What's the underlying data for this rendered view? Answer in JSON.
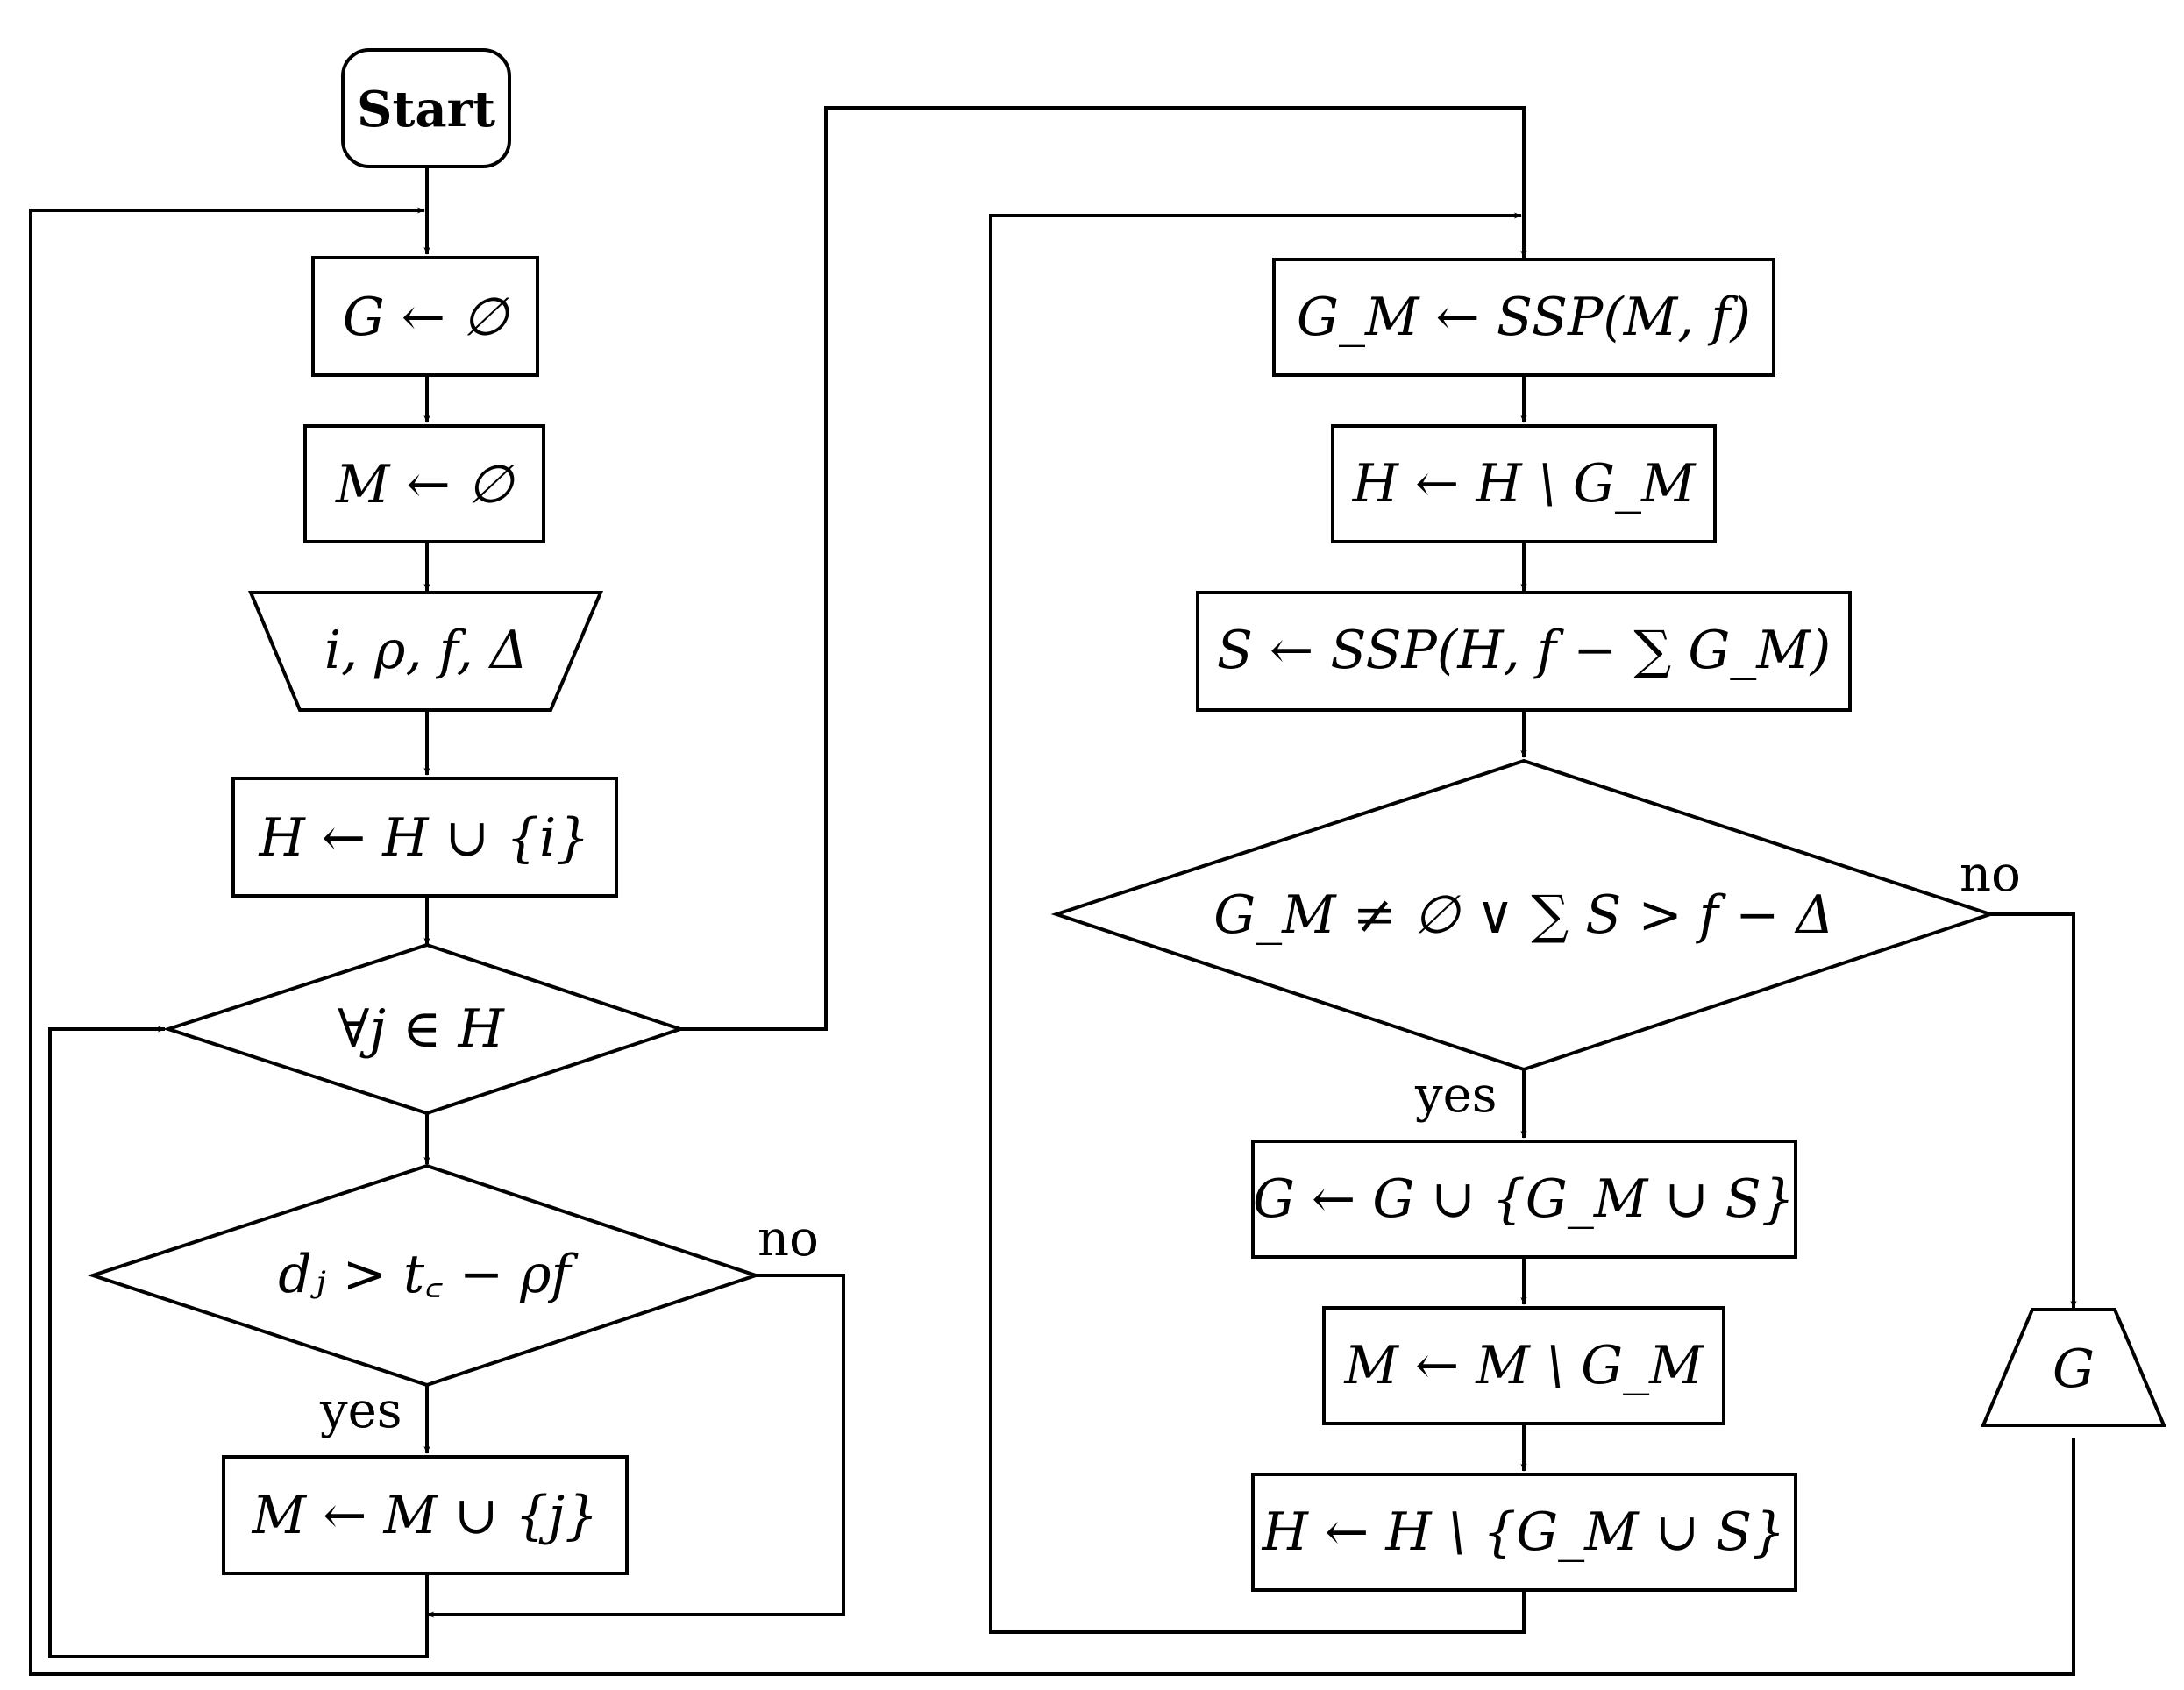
{
  "diagram": {
    "start": "Start",
    "nodes": {
      "n1": "G ← ∅",
      "n2": "M ← ∅",
      "n3": "i, ρ, f, Δ",
      "n4": "H ← H ∪ {i}",
      "n5": "∀j ∈ H",
      "n6": "dⱼ > t꜀ − ρf",
      "n7": "M ← M ∪ {j}",
      "n8": "G_M ← SSP(M, f)",
      "n9": "H ← H \\ G_M",
      "n10": "S ← SSP(H, f − ∑ G_M)",
      "n11": "G_M ≠ ∅ ∨ ∑ S > f − Δ",
      "n12": "G ← G ∪ {G_M ∪ S}",
      "n13": "M ← M \\ G_M",
      "n14": "H ← H \\ {G_M ∪ S}",
      "n15": "G"
    },
    "edge_labels": {
      "d1_no": "no",
      "d1_yes": "yes",
      "d2_no": "no",
      "d2_yes": "yes"
    },
    "colors": {
      "stroke": "#000000",
      "fill": "#ffffff",
      "text": "#000000"
    }
  }
}
